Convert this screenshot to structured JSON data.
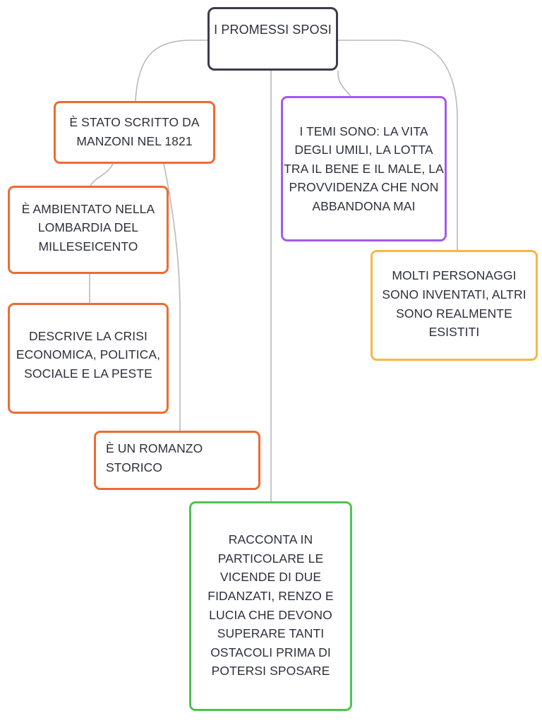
{
  "diagram": {
    "type": "mind-map",
    "title": "I PROMESSI SPOSI",
    "background_color": "#ffffff",
    "edge_color": "#b9b9bf",
    "text_color": "#2f2f3d",
    "nodes": {
      "root": {
        "label": "I PROMESSI SPOSI",
        "border_color": "#3c3c4e"
      },
      "scritto": {
        "label": "È STATO SCRITTO DA\nMANZONI NEL 1821",
        "border_color": "#ee6a33"
      },
      "ambientato": {
        "label": "È AMBIENTATO NELLA\nLOMBARDIA DEL\nMILLESEICENTO",
        "border_color": "#ee6a33"
      },
      "descrive": {
        "label": "DESCRIVE LA CRISI\nECONOMICA, POLITICA,\nSOCIALE E LA PESTE",
        "border_color": "#ee6a33"
      },
      "romanzo": {
        "label": "È UN ROMANZO\nSTORICO",
        "border_color": "#ee6a33"
      },
      "temi": {
        "label": "I TEMI SONO: LA VITA\nDEGLI UMILI, LA LOTTA\nTRA IL BENE E IL MALE, LA\nPROVVIDENZA CHE NON\nABBANDONA MAI",
        "border_color": "#a259f0"
      },
      "personaggi": {
        "label": "MOLTI PERSONAGGI\nSONO INVENTATI, ALTRI\nSONO REALMENTE\nESISTITI",
        "border_color": "#f5b844"
      },
      "racconta": {
        "label": "RACCONTA IN\nPARTICOLARE LE\nVICENDE DI DUE\nFIDANZATI, RENZO E\nLUCIA CHE DEVONO\nSUPERARE TANTI\nOSTACOLI PRIMA DI\nPOTERSI SPOSARE",
        "border_color": "#4fc44f"
      }
    },
    "edges": [
      {
        "from": "root",
        "to": "scritto"
      },
      {
        "from": "root",
        "to": "temi"
      },
      {
        "from": "root",
        "to": "personaggi"
      },
      {
        "from": "root",
        "to": "racconta"
      },
      {
        "from": "scritto",
        "to": "ambientato"
      },
      {
        "from": "scritto",
        "to": "romanzo"
      },
      {
        "from": "ambientato",
        "to": "descrive"
      }
    ]
  }
}
